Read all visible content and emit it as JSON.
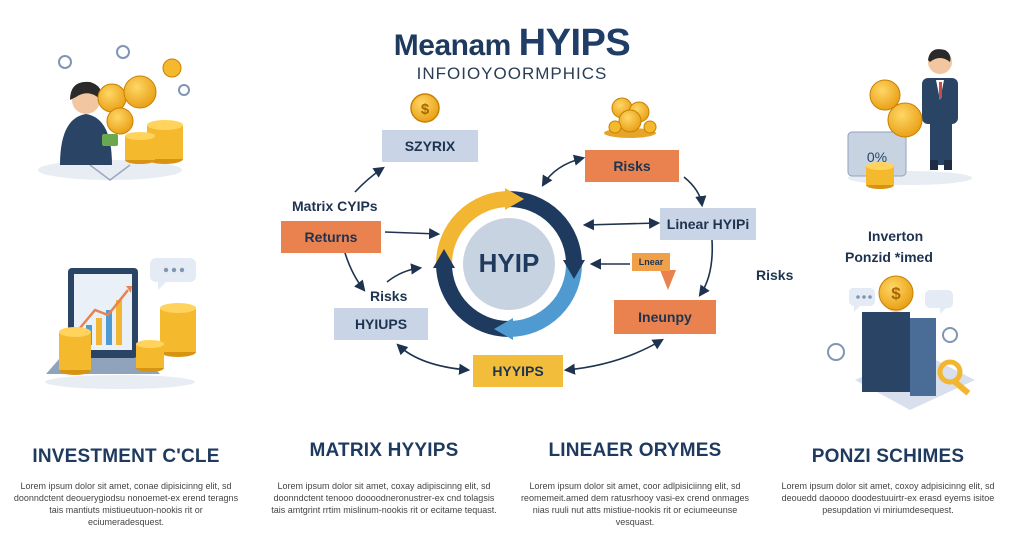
{
  "header": {
    "title_pre": "Meanam",
    "title_main": "HYIPS",
    "subtitle": "INFOIOYOORMPHICS"
  },
  "diagram": {
    "center_label": "HYIP",
    "boxes": {
      "top": "SZYRIX",
      "risks_top": "Risks",
      "returns": "Returns",
      "linear": "Linear HYIPi",
      "hyips_left": "HYIUPS",
      "ineunpy": "Ineunpy",
      "hyips_bottom": "HYYIPS",
      "small_tag": "Lnear"
    },
    "labels": {
      "matrix": "Matrix CYIPs",
      "risks_left": "Risks",
      "risks_right": "Risks",
      "inverton": "Inverton",
      "ponzid": "Ponzid *imed"
    }
  },
  "columns": [
    {
      "title": "INVESTMENT C'CLE",
      "body": "Lorem ipsum dolor sit amet, conae dipisicinng elit, sd doonndctent deouerygiodsu nonoemet-ex erend teragns tais mantiuts mistiueutuon-nookis rit or eciumeradesquest."
    },
    {
      "title": "MATRIX HYYIPS",
      "body": "Lorem ipsum dolor sit amet, coxay adipiscinng elit, sd doonndctent tenooo doooodneronustrer-ex cnd tolagsis tais amtgrint rrtim mislinum-nookis rit or ecitame tequast."
    },
    {
      "title": "LINEAER ORYMES",
      "body": "Lorem ipsum dolor sit amet, coor adlpisiciinng elit, sd reomemeit.amed dem ratusrhooy vasi-ex crend onmages nias ruuli nut atts mistiue-nookis rit or eciumeeunse vesquast."
    },
    {
      "title": "PONZI SCHIMES",
      "body": "Lorem ipsum dolor sit amet, coxoy adpisicinng elit, sd deouedd daoooo doodestuuirtr-ex erasd eyems isitoe pesupdation vi miriumdesequest."
    }
  ],
  "colors": {
    "navy": "#1f3a5f",
    "blue_arc": "#4f9bd1",
    "yellow_arc": "#f2b632",
    "box_blue": "#c9d5e6",
    "box_orange": "#e9824f",
    "box_yellow": "#f3bd3c",
    "coin": "#f5b92e"
  },
  "icons": [
    "woman-with-coins-illustration",
    "laptop-chart-illustration",
    "businessman-coins-illustration",
    "ponzi-book-illustration",
    "coin-icon",
    "coin-stack-icon"
  ]
}
